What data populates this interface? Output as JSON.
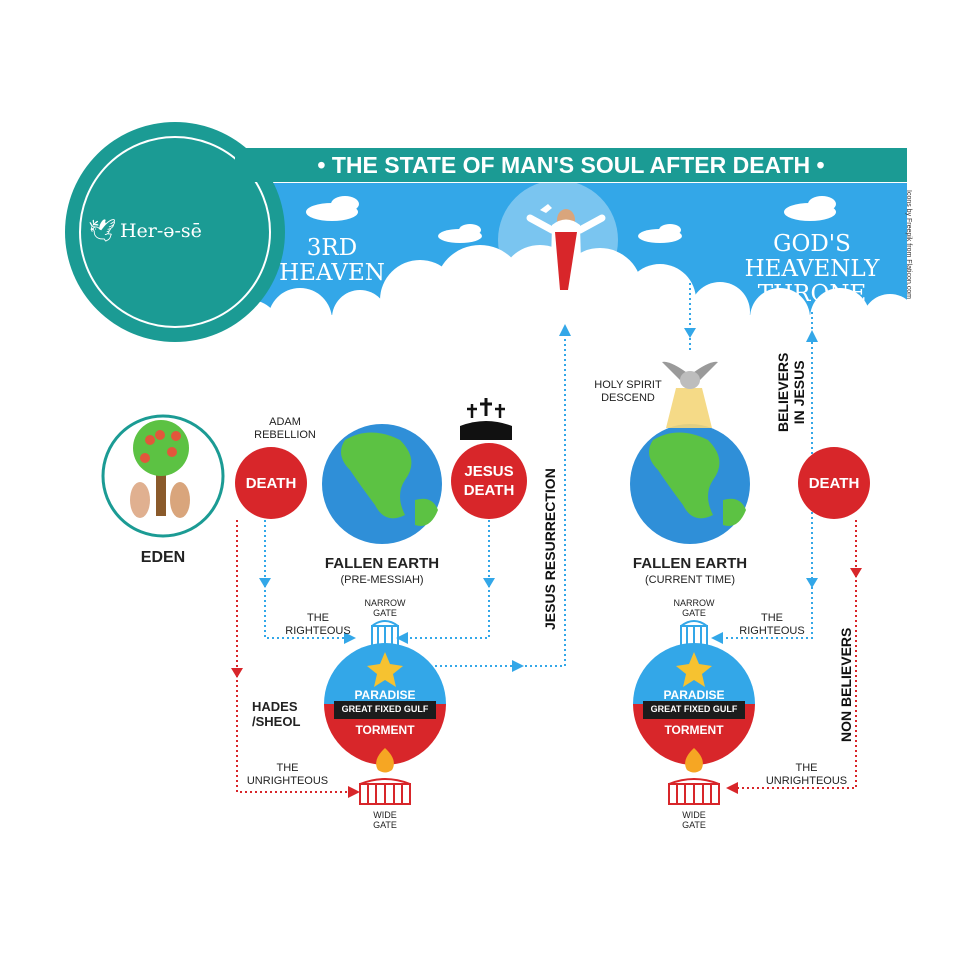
{
  "title": "THE STATE OF MAN'S SOUL AFTER DEATH",
  "logo_text": "Her-ə-sē",
  "credit": "Icons by Freepik from Flaticon.com",
  "heaven": {
    "left_label_line1": "3RD",
    "left_label_line2": "HEAVEN",
    "right_label_line1": "GOD'S",
    "right_label_line2": "HEAVENLY",
    "right_label_line3": "THRONE"
  },
  "eden_label": "EDEN",
  "adam_rebellion_line1": "ADAM",
  "adam_rebellion_line2": "REBELLION",
  "death_label": "DEATH",
  "jesus_death_line1": "JESUS",
  "jesus_death_line2": "DEATH",
  "jesus_resurrection": "JESUS RESURRECTION",
  "holy_spirit_line1": "HOLY SPIRIT",
  "holy_spirit_line2": "DESCEND",
  "believers_line1": "BELIEVERS",
  "believers_line2": "IN JESUS",
  "non_believers": "NON BELIEVERS",
  "earth_left": {
    "title": "FALLEN EARTH",
    "subtitle": "(PRE-MESSIAH)"
  },
  "earth_right": {
    "title": "FALLEN EARTH",
    "subtitle": "(CURRENT TIME)"
  },
  "narrow_gate_line1": "NARROW",
  "narrow_gate_line2": "GATE",
  "wide_gate_line1": "WIDE",
  "wide_gate_line2": "GATE",
  "the_righteous_line1": "THE",
  "the_righteous_line2": "RIGHTEOUS",
  "the_unrighteous_line1": "THE",
  "the_unrighteous_line2": "UNRIGHTEOUS",
  "hades_line1": "HADES",
  "hades_line2": "/SHEOL",
  "paradise": "PARADISE",
  "gulf": "GREAT FIXED GULF",
  "torment": "TORMENT",
  "colors": {
    "teal": "#1b9b94",
    "sky": "#33a7e8",
    "death_red": "#d8262a",
    "paradise_blue": "#33a7e8",
    "torment_red": "#d8262a",
    "earth_green": "#5cc243"
  }
}
